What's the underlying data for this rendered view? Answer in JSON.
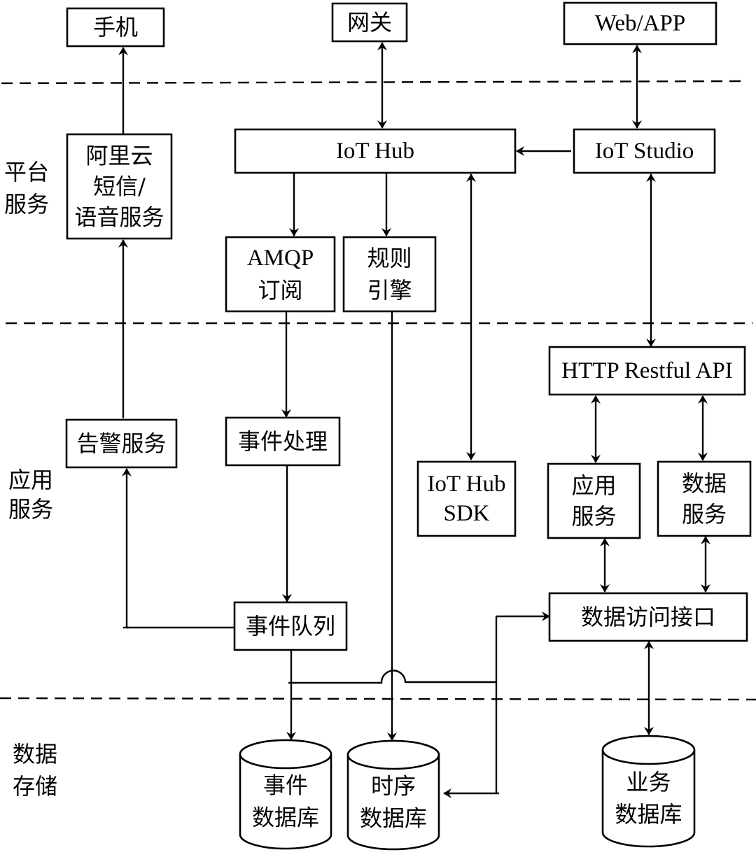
{
  "layers": [
    {
      "id": "platform",
      "label_lines": [
        "平台",
        "服务"
      ]
    },
    {
      "id": "application",
      "label_lines": [
        "应用",
        "服务"
      ]
    },
    {
      "id": "storage",
      "label_lines": [
        "数据",
        "存储"
      ]
    }
  ],
  "nodes": {
    "phone": {
      "lines": [
        "手机"
      ]
    },
    "gateway": {
      "lines": [
        "网关"
      ]
    },
    "webapp": {
      "lines": [
        "Web/APP"
      ]
    },
    "aliyun_sms": {
      "lines": [
        "阿里云",
        "短信/",
        "语音服务"
      ]
    },
    "iot_hub": {
      "lines": [
        "IoT Hub"
      ]
    },
    "iot_studio": {
      "lines": [
        "IoT Studio"
      ]
    },
    "amqp": {
      "lines": [
        "AMQP",
        "订阅"
      ]
    },
    "rule_engine": {
      "lines": [
        "规则",
        "引擎"
      ]
    },
    "http_api": {
      "lines": [
        "HTTP Restful API"
      ]
    },
    "alarm": {
      "lines": [
        "告警服务"
      ]
    },
    "event_proc": {
      "lines": [
        "事件处理"
      ]
    },
    "iot_sdk": {
      "lines": [
        "IoT Hub",
        "SDK"
      ]
    },
    "app_service": {
      "lines": [
        "应用",
        "服务"
      ]
    },
    "data_service": {
      "lines": [
        "数据",
        "服务"
      ]
    },
    "event_queue": {
      "lines": [
        "事件队列"
      ]
    },
    "data_access": {
      "lines": [
        "数据访问接口"
      ]
    },
    "event_db": {
      "lines": [
        "事件",
        "数据库"
      ],
      "shape": "cylinder"
    },
    "ts_db": {
      "lines": [
        "时序",
        "数据库"
      ],
      "shape": "cylinder"
    },
    "biz_db": {
      "lines": [
        "业务",
        "数据库"
      ],
      "shape": "cylinder"
    }
  },
  "edges": [
    {
      "from": "aliyun_sms",
      "to": "phone",
      "dir": "forward"
    },
    {
      "from": "gateway",
      "to": "iot_hub",
      "dir": "both"
    },
    {
      "from": "webapp",
      "to": "iot_studio",
      "dir": "both"
    },
    {
      "from": "iot_studio",
      "to": "iot_hub",
      "dir": "forward"
    },
    {
      "from": "iot_hub",
      "to": "amqp",
      "dir": "forward"
    },
    {
      "from": "iot_hub",
      "to": "rule_engine",
      "dir": "forward"
    },
    {
      "from": "iot_hub",
      "to": "iot_sdk",
      "dir": "both"
    },
    {
      "from": "iot_studio",
      "to": "http_api",
      "dir": "both"
    },
    {
      "from": "amqp",
      "to": "event_proc",
      "dir": "forward"
    },
    {
      "from": "event_proc",
      "to": "event_queue",
      "dir": "forward"
    },
    {
      "from": "event_queue",
      "to": "alarm",
      "dir": "forward"
    },
    {
      "from": "alarm",
      "to": "aliyun_sms",
      "dir": "forward"
    },
    {
      "from": "http_api",
      "to": "app_service",
      "dir": "both"
    },
    {
      "from": "http_api",
      "to": "data_service",
      "dir": "both"
    },
    {
      "from": "app_service",
      "to": "data_access",
      "dir": "both"
    },
    {
      "from": "data_service",
      "to": "data_access",
      "dir": "both"
    },
    {
      "from": "event_queue",
      "to": "event_db",
      "dir": "forward"
    },
    {
      "from": "rule_engine",
      "to": "ts_db",
      "dir": "forward"
    },
    {
      "from": "event_queue",
      "to": "data_access",
      "dir": "forward"
    },
    {
      "from": "event_queue",
      "to": "ts_db",
      "dir": "forward"
    },
    {
      "from": "data_access",
      "to": "biz_db",
      "dir": "both"
    }
  ]
}
